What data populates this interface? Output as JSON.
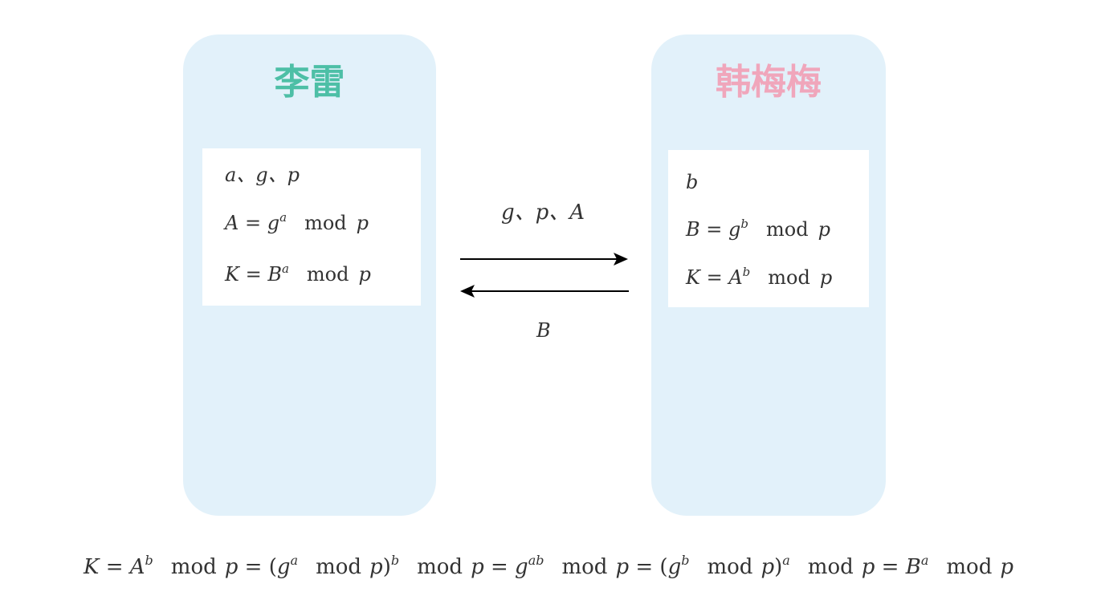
{
  "left_party": {
    "name": "李雷",
    "color": "#4dbfa6",
    "lines": {
      "vars": "a、g、p",
      "A_lhs": "A",
      "eq": "=",
      "g": "g",
      "a_exp": "a",
      "mod": "mod",
      "p": "p",
      "K_lhs": "K",
      "B": "B"
    }
  },
  "right_party": {
    "name": "韩梅梅",
    "color": "#f0a6bb",
    "lines": {
      "vars": "b",
      "B_lhs": "B",
      "eq": "=",
      "g": "g",
      "b_exp": "b",
      "mod": "mod",
      "p": "p",
      "K_lhs": "K",
      "A": "A"
    }
  },
  "exchange": {
    "to_right_label": "g、p、A",
    "to_left_label": "B"
  },
  "formula": {
    "K": "K",
    "eq": "=",
    "A": "A",
    "b": "b",
    "mod": "mod",
    "p": "p",
    "open": "(",
    "g": "g",
    "a": "a",
    "close": ")",
    "ab": "ab",
    "B": "B"
  }
}
